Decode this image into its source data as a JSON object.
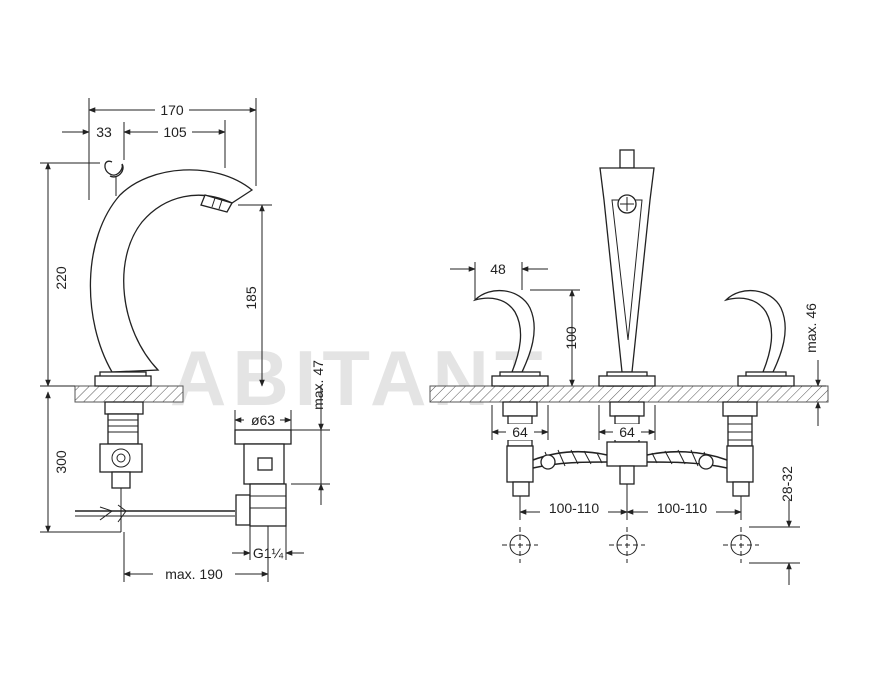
{
  "watermark": "ABITANT",
  "dimensions": {
    "d170": "170",
    "d33": "33",
    "d105": "105",
    "d220": "220",
    "d185": "185",
    "d300": "300",
    "max47": "max. 47",
    "phi63": "ø63",
    "g114": "G1¼",
    "max190": "max. 190",
    "d48": "48",
    "d100": "100",
    "max46": "max. 46",
    "d64a": "64",
    "d64b": "64",
    "d100_110a": "100-110",
    "d100_110b": "100-110",
    "d28_32": "28-32"
  },
  "colors": {
    "line": "#222222",
    "hatch": "#555555",
    "watermark": "#e4e4e4"
  }
}
